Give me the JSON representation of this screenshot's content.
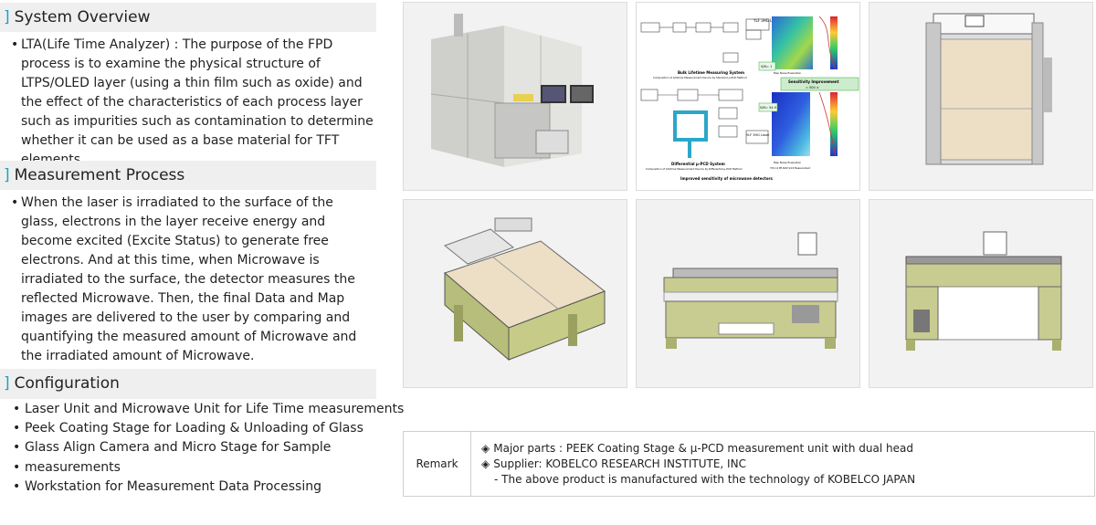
{
  "sections": {
    "overview": {
      "title": "System Overview",
      "bullet": "LTA(Life Time Analyzer) : The purpose of the FPD process is to examine the physical structure of LTPS/OLED layer (using a thin film such as oxide) and the effect of the characteristics of each process layer such as impurities such as contamination to determine whether it can be used as a base material for TFT elements."
    },
    "process": {
      "title": "Measurement Process",
      "bullet": "When the laser is irradiated to the surface of the glass, electrons in the layer receive energy and become excited (Excite Status) to generate free electrons. And at this time, when Microwave is irradiated to the surface, the detector measures the reflected Microwave. Then, the final Data and Map images are delivered to the user by comparing and quantifying the measured amount of Microwave and the irradiated amount of Microwave."
    },
    "configuration": {
      "title": "Configuration",
      "items": [
        "Laser Unit and Microwave Unit for Life Time measurements",
        "Peek Coating Stage for Loading & Unloading of Glass",
        "Glass Align Camera and Micro Stage for Sample",
        "measurements",
        "Workstation for Measurement Data Processing"
      ]
    }
  },
  "diagram": {
    "system_top": "Bulk Lifetime Measuring System",
    "system_top_sub": "Composition of Lifetime Measurement Device by Standard μ-PCD Method",
    "system_bottom": "Differential μ-PCD System",
    "system_bottom_sub": "Composition of Lifetime Measurement Device by Differential μ-PCD Method",
    "sensitivity": "Sensitivity Improvement",
    "sensitivity_val": "= 500 ×",
    "caption": "Improved sensitivity of microwave detectors",
    "laser_top": "YLF 3HG Laser",
    "laser_bottom": "YLF 3HG Laser",
    "snr_top": "S/N= 1",
    "snr_bottom": "S/N= 54.9",
    "map_top": "Map Noise Evaluation",
    "map_bottom": "Map Noise Evaluation",
    "map_bottom_sub": "37(1):4 PE-SiOX SiCX Measurement"
  },
  "remark": {
    "label": "Remark",
    "bullet_symbol": "◈",
    "line1": "Major parts : PEEK Coating Stage & μ-PCD measurement unit with dual head",
    "line2": "Supplier: KOBELCO RESEARCH INSTITUTE, INC",
    "line3": "- The above product is manufactured with the technology of KOBELCO JAPAN"
  },
  "colors": {
    "accent_bracket": "#1aa3c8",
    "header_bg": "#efefef",
    "panel_bg": "#f0f0f0"
  }
}
